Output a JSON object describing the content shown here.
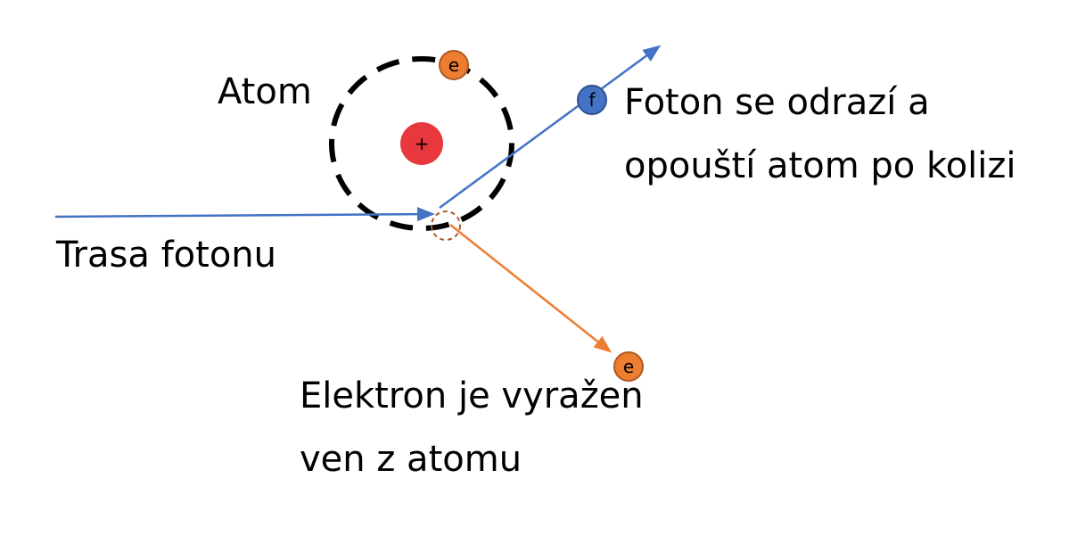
{
  "labels": {
    "atom": "Atom",
    "photon_path": "Trasa fotonu",
    "photon_result_line1": "Foton se odrazí a",
    "photon_result_line2": "opouští atom po kolizi",
    "electron_result_line1": "Elektron je vyražen",
    "electron_result_line2": "ven z atomu"
  },
  "particles": {
    "nucleus_symbol": "+",
    "orbit_electron_symbol": "e",
    "photon_symbol": "f",
    "ejected_electron_symbol": "e"
  },
  "colors": {
    "photon_path": "#4472c4",
    "electron_path": "#ed7d31",
    "nucleus": "#e8383d",
    "electron": "#ed7d31",
    "electron_stroke": "#ae5a21",
    "photon": "#4472c4",
    "photon_stroke": "#2f528f",
    "orbit": "#000000",
    "collision_marker": "#ae5a21"
  }
}
